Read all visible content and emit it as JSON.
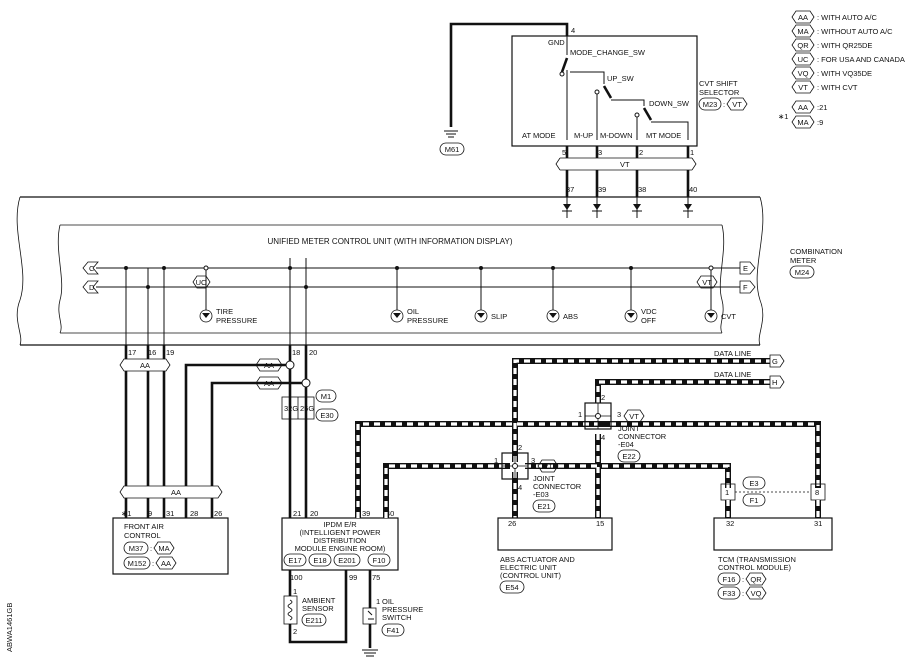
{
  "legend": [
    {
      "code": "AA",
      "text": ": WITH AUTO A/C"
    },
    {
      "code": "MA",
      "text": ": WITHOUT AUTO A/C"
    },
    {
      "code": "QR",
      "text": ": WITH QR25DE"
    },
    {
      "code": "UC",
      "text": ": FOR USA AND CANADA"
    },
    {
      "code": "VQ",
      "text": ": WITH VQ35DE"
    },
    {
      "code": "VT",
      "text": ": WITH CVT"
    }
  ],
  "note": {
    "mark": "∗1",
    "rows": [
      {
        "code": "AA",
        "text": ":21"
      },
      {
        "code": "MA",
        "text": ":9"
      }
    ]
  },
  "cvt_selector": {
    "title_l1": "CVT SHIFT",
    "title_l2": "SELECTOR",
    "conn": "M23",
    "opt": "VT",
    "gnd": "GND",
    "gnd_pin": "4",
    "sw_mode": "MODE_CHANGE_SW",
    "sw_up": "UP_SW",
    "sw_down": "DOWN_SW",
    "pos": [
      "AT MODE",
      "M-UP",
      "M-DOWN",
      "MT MODE"
    ],
    "pins": [
      "5",
      "3",
      "2",
      "1"
    ],
    "harness_tag": "VT",
    "meter_pins": [
      "37",
      "39",
      "38",
      "40"
    ]
  },
  "ground_conn": "M61",
  "meter": {
    "title": "UNIFIED METER CONTROL UNIT (WITH INFORMATION DISPLAY)",
    "comb_l1": "COMBINATION",
    "comb_l2": "METER",
    "conn": "M24",
    "bus_left": [
      "C",
      "D"
    ],
    "bus_right": [
      "E",
      "F"
    ],
    "tag_uc": "UC",
    "tag_vt": "VT",
    "lamps": [
      {
        "l1": "TIRE",
        "l2": "PRESSURE"
      },
      {
        "l1": "OIL",
        "l2": "PRESSURE"
      },
      {
        "l1": "SLIP",
        "l2": ""
      },
      {
        "l1": "ABS",
        "l2": ""
      },
      {
        "l1": "VDC",
        "l2": "OFF"
      },
      {
        "l1": "CVT",
        "l2": ""
      }
    ],
    "bottom_pins": [
      "17",
      "16",
      "19",
      "18",
      "20"
    ]
  },
  "harness": {
    "aa": "AA",
    "m1": "M1",
    "e30": "E30",
    "m1_pins": [
      "32G",
      "25G"
    ],
    "fac_pins": [
      "∗1",
      "9",
      "31",
      "28",
      "26"
    ]
  },
  "front_ac": {
    "title_l1": "FRONT AIR",
    "title_l2": "CONTROL",
    "c1": "M37",
    "o1": "MA",
    "c2": "M152",
    "o2": "AA"
  },
  "ipdm": {
    "title_l1": "IPDM E/R",
    "title_l2": "(INTELLIGENT POWER",
    "title_l3": "DISTRIBUTION",
    "title_l4": "MODULE ENGINE ROOM)",
    "conns": [
      "E17",
      "E18",
      "E201",
      "F10"
    ],
    "top_pins": [
      "21",
      "20",
      "39",
      "40"
    ],
    "bottom_pins": [
      "100",
      "99",
      "75"
    ]
  },
  "ambient": {
    "l1": "AMBIENT",
    "l2": "SENSOR",
    "conn": "E211",
    "pin1": "1",
    "pin2": "2"
  },
  "oil_sw": {
    "pin": "1",
    "l1": "OIL",
    "l2": "PRESSURE",
    "l3": "SWITCH",
    "conn": "F41"
  },
  "jc_e03": {
    "l1": "JOINT",
    "l2": "CONNECTOR",
    "l3": "-E03",
    "conn": "E21",
    "opt": "VT",
    "pins": [
      "1",
      "2",
      "3",
      "4"
    ]
  },
  "jc_e04": {
    "l1": "JOINT",
    "l2": "CONNECTOR",
    "l3": "-E04",
    "conn": "E22",
    "opt": "VT",
    "pins": [
      "1",
      "2",
      "3",
      "4"
    ]
  },
  "data_lines": [
    {
      "label": "DATA LINE",
      "end": "G"
    },
    {
      "label": "DATA LINE",
      "end": "H"
    }
  ],
  "abs": {
    "title_l1": "ABS ACTUATOR AND",
    "title_l2": "ELECTRIC UNIT",
    "title_l3": "(CONTROL UNIT)",
    "conn": "E54",
    "pins": [
      "26",
      "15"
    ]
  },
  "tcm": {
    "title_l1": "TCM (TRANSMISSION",
    "title_l2": "CONTROL MODULE)",
    "c1": "F16",
    "o1": "QR",
    "c2": "F33",
    "o2": "VQ",
    "pins": [
      "32",
      "31"
    ],
    "e3": "E3",
    "f1": "F1",
    "jpins": [
      "1",
      "8"
    ]
  },
  "side_code": "ABWA1461GB"
}
